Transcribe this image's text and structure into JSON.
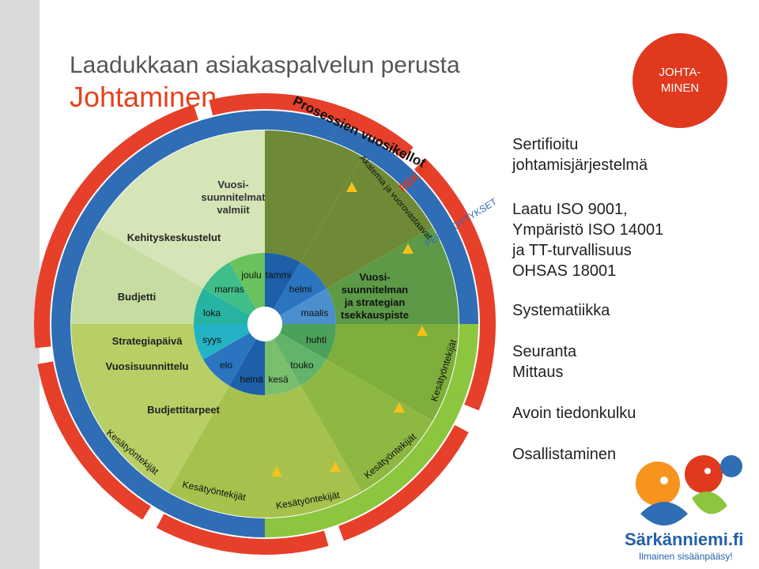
{
  "title": {
    "line1": "Laadukkaan asiakaspalvelun perusta",
    "line2": "Johtaminen"
  },
  "badge": {
    "line1": "JOHTA-",
    "line2": "MINEN"
  },
  "right_list": [
    {
      "lines": [
        "Sertifioitu",
        "johtamisjärjestelmä"
      ]
    },
    {
      "lines": [
        "Laatu ISO 9001,",
        "Ympäristö ISO 14001",
        "ja TT-turvallisuus",
        "OHSAS 18001"
      ]
    },
    {
      "lines": [
        "Systematiikka"
      ]
    },
    {
      "lines": [
        "Seuranta",
        "Mittaus"
      ]
    },
    {
      "lines": [
        "Avoin tiedonkulku"
      ]
    },
    {
      "lines": [
        "Osallistaminen"
      ]
    }
  ],
  "wheel": {
    "arc_title": "Prosessien vuosikellot",
    "months": [
      "tammi",
      "helmi",
      "maalis",
      "huhti",
      "touko",
      "kesä",
      "heinä",
      "elo",
      "syys",
      "loka",
      "marras",
      "joulu"
    ],
    "labels": {
      "vuosisuunnitelmat": [
        "Vuosi-",
        "suunnitelmat",
        "valmiit"
      ],
      "kehitys": "Kehityskeskustelut",
      "budjetti": "Budjetti",
      "strategia": "Strategiapäivä",
      "vuosisuunnittelu": "Vuosisuunnittelu",
      "budjettitarpeet": "Budjettitarpeet",
      "tsekkaus": [
        "Vuosi-",
        "suunnitelman",
        "ja strategian",
        "tsekkauspiste"
      ],
      "akatemia": "Akatemia ja vuorovastaavat",
      "rekry": "REKRY",
      "perehdytykset": "PEREHDYTYKSET"
    },
    "kesatyontekijat": "Kesätyöntekijät",
    "colors": {
      "outer_ring": "#e6402a",
      "blue_ring": "#2f6db5",
      "green_ring": "#8cc63f"
    }
  },
  "logo": {
    "name": "Särkänniemi.fi",
    "slogan": "Ilmainen sisäänpääsy!"
  }
}
